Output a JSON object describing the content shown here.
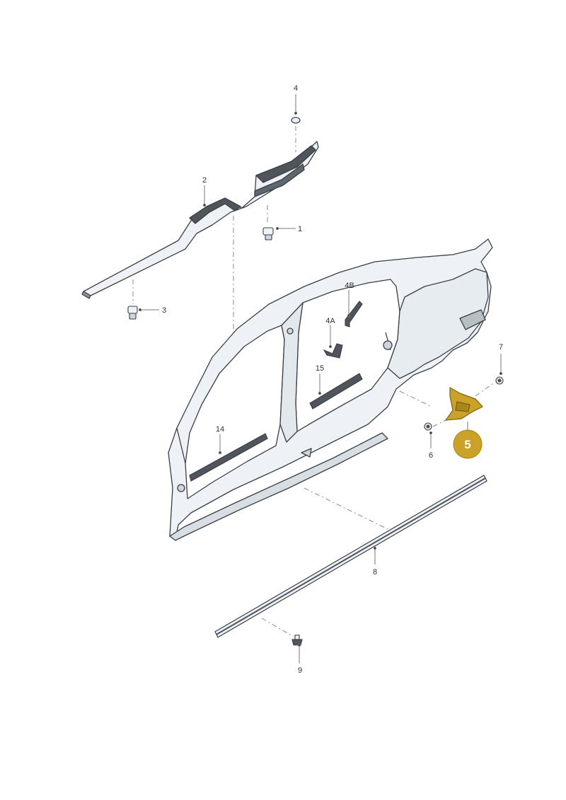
{
  "diagram": {
    "callouts": {
      "c1": "1",
      "c2": "2",
      "c3": "3",
      "c4": "4",
      "c4a": "4A",
      "c4b": "4B",
      "c5": "5",
      "c6": "6",
      "c7": "7",
      "c8": "8",
      "c9": "9",
      "c14": "14",
      "c15": "15"
    },
    "highlighted_part": "5",
    "colors": {
      "highlight": "#C9A227",
      "part_fill": "#EEF2F6",
      "part_stroke": "#3A3F45",
      "dark_part": "#4F555B",
      "leader": "#777777"
    }
  }
}
